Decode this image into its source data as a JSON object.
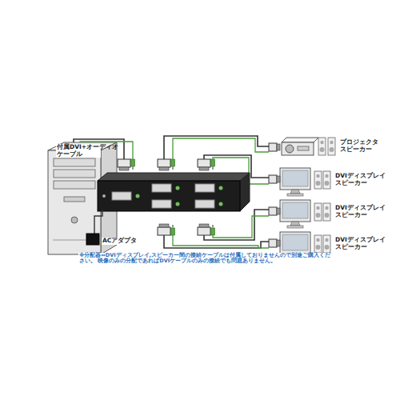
{
  "diagram": {
    "labels": [
      "付属DVI+オーディオ ケーブル",
      "ACアダプタ",
      "プロジェクタ スピーカー",
      "DVIディスプレイ スピーカー",
      "DVIディスプレイ スピーカー",
      "DVIディスプレイ スピーカー",
      "※分配器⇔DVIディスプレイ,スピーカー間の接続ケーブルは付属しておりませんので別途ご購入ください。 映像のみの分配であればDVIケーブルのみの接続でも問題ありません。"
    ]
  }
}
